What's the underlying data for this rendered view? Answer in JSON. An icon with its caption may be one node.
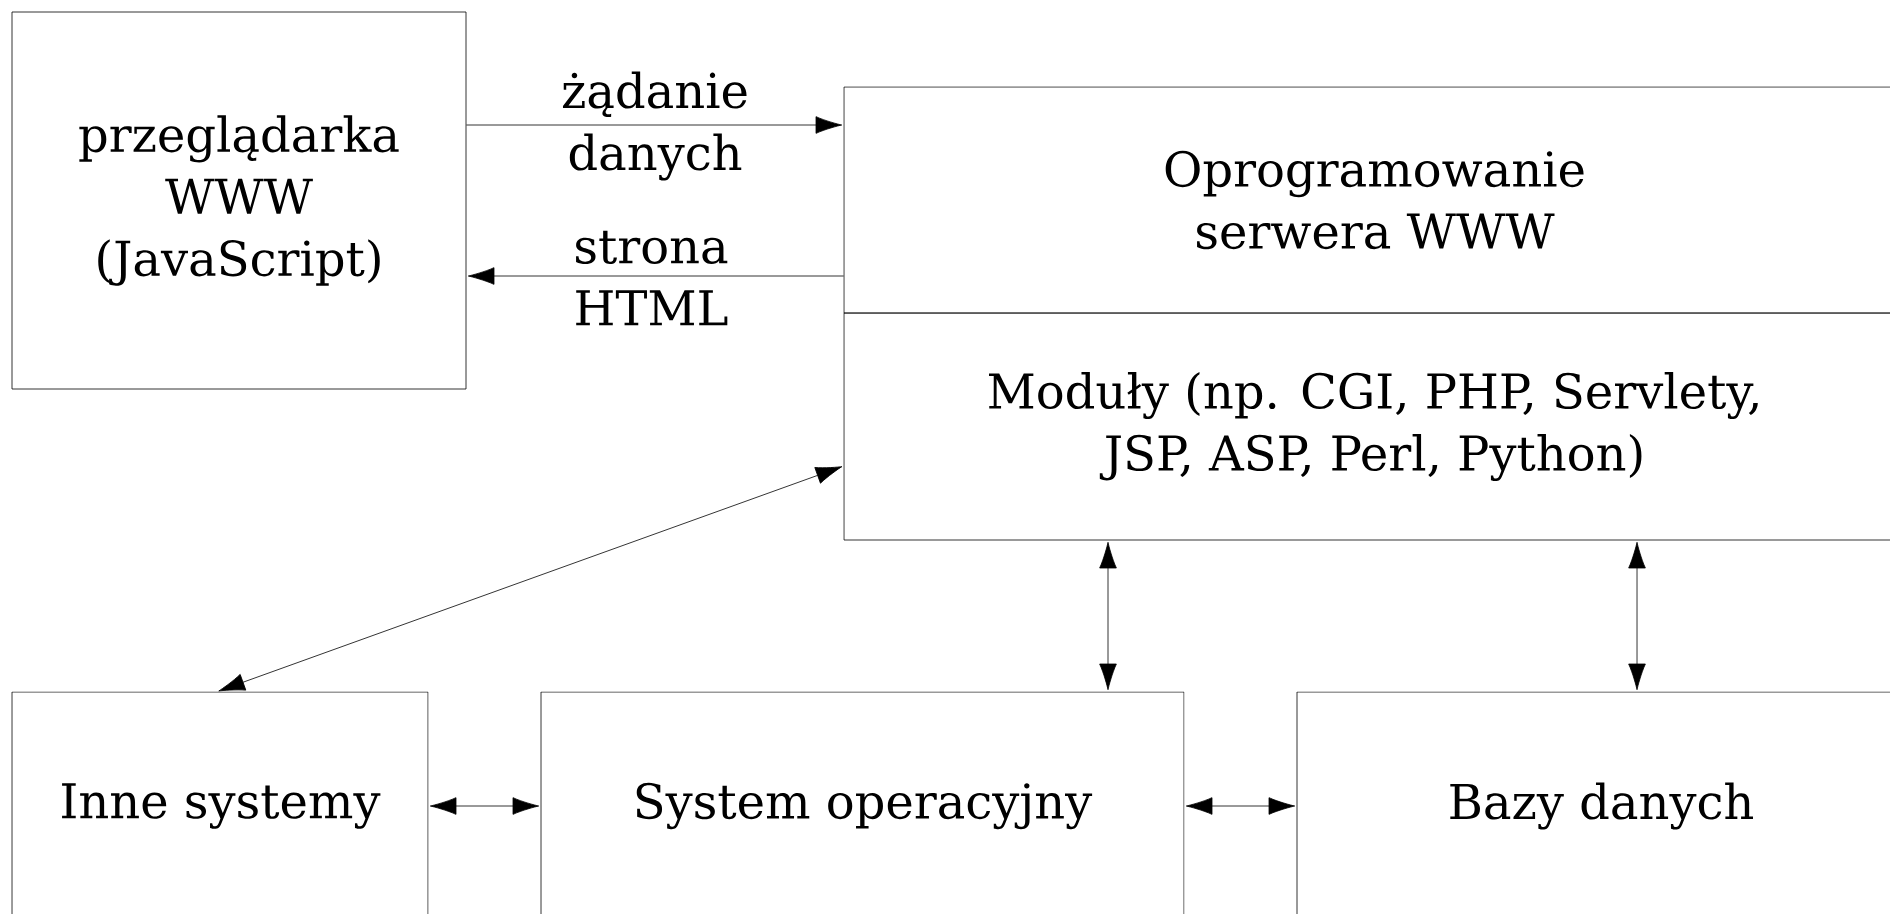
{
  "diagram": {
    "nodes": [
      {
        "text": [
          "przeglądarka WWW (JavaScript)"
        ]
      },
      {
        "text": [
          "Oprogramowanie serwera WWW"
        ]
      },
      {
        "text": [
          "Moduły (np. CGI, PHP, Servlety, JSP, ASP, Perl, Python)"
        ]
      },
      {
        "text": [
          "Inne systemy"
        ]
      },
      {
        "text": [
          "System operacyjny"
        ]
      },
      {
        "text": [
          "Bazy danych"
        ]
      }
    ],
    "edges": [
      {
        "from": 0,
        "to": 1,
        "arrow": "to",
        "label": "żądanie danych"
      },
      {
        "from": 1,
        "to": 0,
        "arrow": "to",
        "label": "strona HTML"
      },
      {
        "from": 2,
        "to": 3,
        "arrow": "both"
      },
      {
        "from": 2,
        "to": 4,
        "arrow": "both"
      },
      {
        "from": 2,
        "to": 5,
        "arrow": "both"
      },
      {
        "from": 3,
        "to": 4,
        "arrow": "both"
      },
      {
        "from": 4,
        "to": 5,
        "arrow": "both"
      }
    ]
  }
}
